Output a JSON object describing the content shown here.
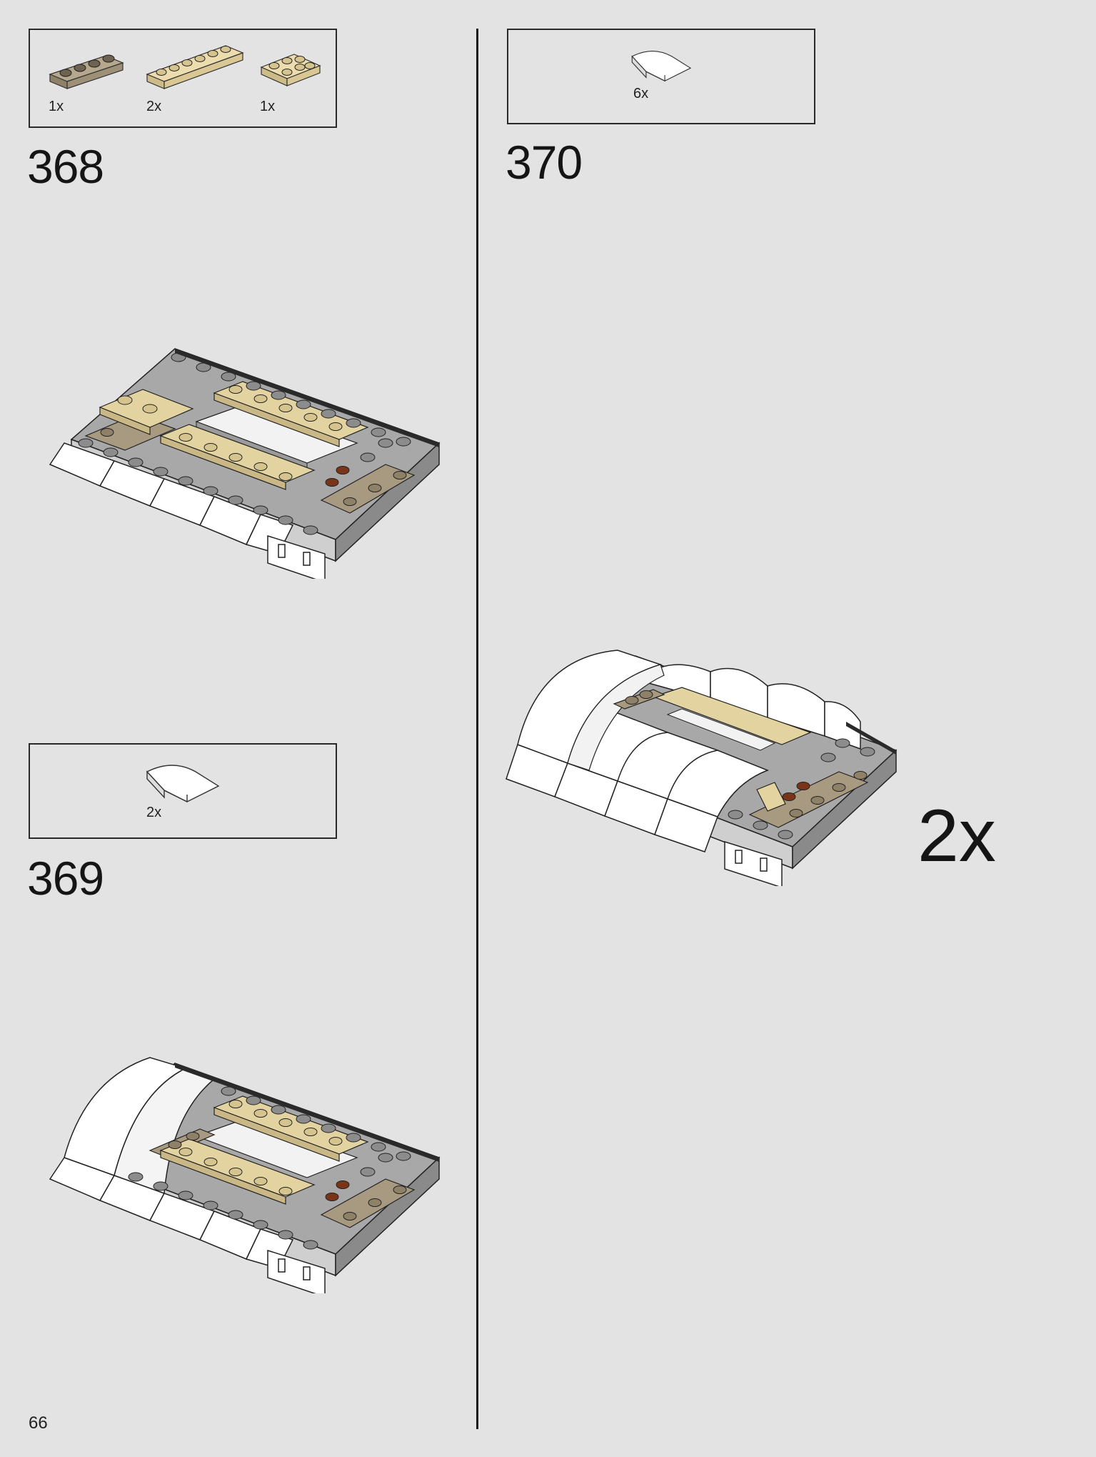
{
  "page_number": "66",
  "colors": {
    "background": "#e3e3e3",
    "dark_tan": "#a89a80",
    "tan": "#e3d3a0",
    "light_gray": "#9a9a9a",
    "dark_gray": "#555555",
    "reddish_brown": "#7a3418",
    "white": "#ffffff"
  },
  "steps": [
    {
      "number": "368",
      "parts": [
        {
          "icon": "dark-tan-plate-1x4-icon",
          "qty": "1x"
        },
        {
          "icon": "tan-plate-1x6-icon",
          "qty": "2x"
        },
        {
          "icon": "tan-plate-2x3-icon",
          "qty": "1x"
        }
      ]
    },
    {
      "number": "369",
      "parts": [
        {
          "icon": "white-curved-slope-icon",
          "qty": "2x"
        }
      ]
    },
    {
      "number": "370",
      "parts": [
        {
          "icon": "white-curved-slope-icon",
          "qty": "6x"
        }
      ],
      "multiplier": "2x"
    }
  ]
}
